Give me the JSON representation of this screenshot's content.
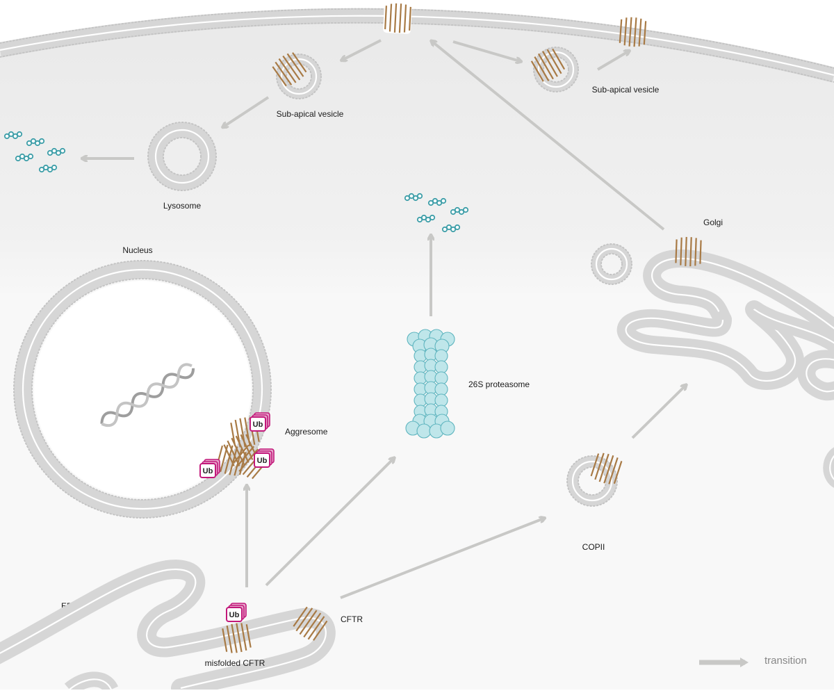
{
  "labels": {
    "sub_apical_vesicle_left": "Sub-apical vesicle",
    "sub_apical_vesicle_right": "Sub-apical vesicle",
    "lysosome": "Lysosome",
    "nucleus": "Nucleus",
    "golgi": "Golgi",
    "proteasome": "26S proteasome",
    "aggresome": "Aggresome",
    "copii": "COPII",
    "er": "ER",
    "cftr": "CFTR",
    "misfolded_cftr": "misfolded CFTR"
  },
  "ub_tag": "Ub",
  "legend": {
    "transition": "transition"
  },
  "colors": {
    "membrane": "#d6d6d6",
    "arrow": "#c8c8c6",
    "cftr": "#c9a06d",
    "ubiquitin": "#c2187a",
    "fragments": "#3d9ea8",
    "proteasome": "#bfe6ea"
  }
}
